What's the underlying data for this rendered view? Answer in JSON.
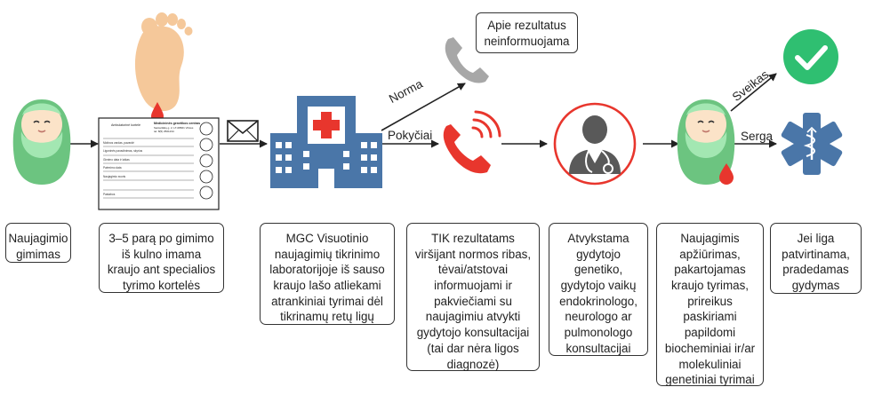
{
  "steps": [
    "Naujagimio gimimas",
    "3–5 parą po gimimo iš kulno imama kraujo ant specialios tyrimo kortelės",
    "MGC Visuotinio naujagimių tikrinimo laboratorijoje iš sauso kraujo lašo atliekami atrankiniai tyrimai dėl tikrinamų retų ligų",
    "TIK rezultatams viršijant normos ribas, tėvai/atstovai informuojami ir pakviečiami su naujagimiu atvykti gydytojo konsultacijai (tai dar nėra ligos diagnozė)",
    "Atvykstama gydytojo genetiko, gydytojo vaikų endokrinologo, neurologo ar pulmonologo konsultacijai",
    "Naujagimis apžiūrimas, pakartojamas kraujo tyrimas, prireikus paskiriami papildomi biocheminiai ir/ar molekuliniai genetiniai tyrimai",
    "Jei liga patvirtinama, pradedamas gydymas"
  ],
  "branch_labels": {
    "norma": "Norma",
    "pokyciai": "Pokyčiai",
    "sveikas": "Sveikas",
    "serga": "Serga"
  },
  "callout": {
    "text": "Apie rezultatus neinformuojama"
  },
  "card": {
    "title_left": "Ambulatorinė kortelė",
    "title_right": "Medicininės genetikos centras",
    "address": "Santariškių g. 2, LT-08661 Vilnius",
    "phone": "tel. 8(5) 2501234",
    "rows": [
      "Motinos vardas, pavardė",
      "Ligoninės pavadinimas, skyrius",
      "Gimimo data ir laikas",
      "Paėmimo data",
      "Naujagimio svoris",
      "Pastabos"
    ]
  },
  "colors": {
    "baby_skin": "#a3e7b2",
    "baby_wrap": "#6cc480",
    "blood": "#e8362d",
    "foot": "#f5c89a",
    "hospital": "#4a76a8",
    "hospital_cross": "#e8362d",
    "phone_grey": "#a7a7a7",
    "phone_red": "#e8362d",
    "doctor": "#595959",
    "check": "#2fbf71",
    "med_star": "#4a76a8"
  },
  "icons": [
    "baby-icon",
    "foot-icon",
    "blood-drop-icon",
    "test-card-icon",
    "envelope-icon",
    "hospital-icon",
    "phone-grey-icon",
    "phone-ringing-icon",
    "doctor-icon",
    "baby-blood-icon",
    "check-icon",
    "medical-star-icon"
  ]
}
